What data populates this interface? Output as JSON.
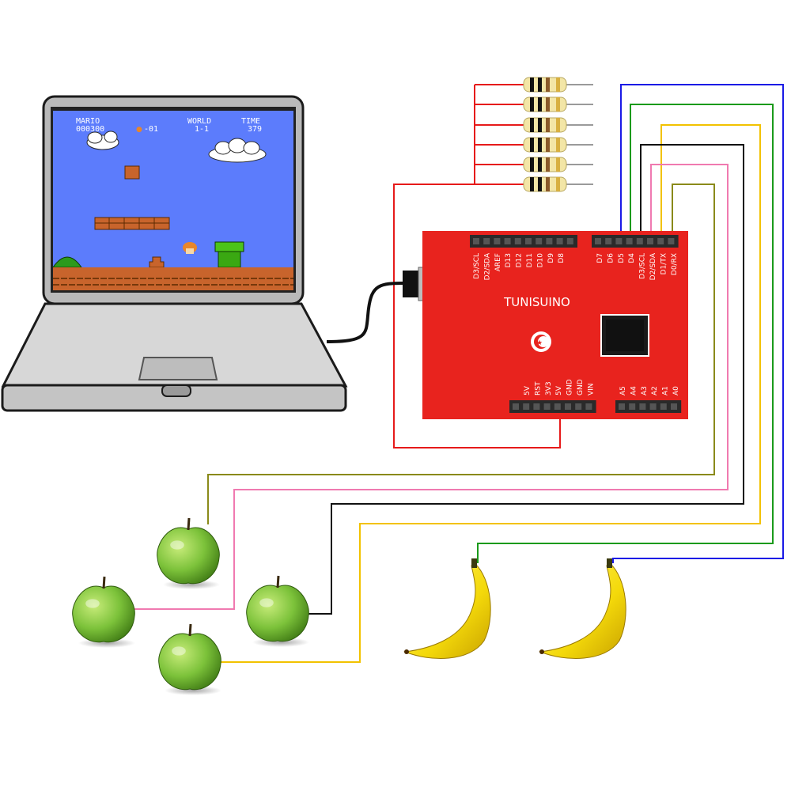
{
  "board": {
    "name": "TUNISUINO",
    "digital_pins_left": [
      "D3/SCL",
      "D2/SDA",
      "AREF",
      "D13",
      "D12",
      "D11",
      "D10",
      "D9",
      "D8"
    ],
    "digital_pins_right": [
      "D7",
      "D6",
      "D5",
      "D4",
      "D3/SCL",
      "D2/SDA",
      "D1/TX",
      "D0/RX"
    ],
    "power_pins": [
      "5V",
      "RST",
      "3V3",
      "5V",
      "GND",
      "GND",
      "VIN"
    ],
    "analog_pins": [
      "A5",
      "A4",
      "A3",
      "A2",
      "A1",
      "A0"
    ],
    "color": "#e8231e"
  },
  "game": {
    "player_label": "MARIO",
    "score": "000300",
    "coins": "-01",
    "world_label": "WORLD",
    "world": "1-1",
    "time_label": "TIME",
    "time": "379",
    "sky_color": "#5c7cfc"
  },
  "wires": {
    "colors": {
      "blue": "#1a1ae6",
      "green": "#1a9a1a",
      "yellow": "#f2c200",
      "black": "#111111",
      "pink": "#f07ab0",
      "olive": "#8a8a1a",
      "red": "#e61a1a"
    }
  },
  "objects": {
    "apples": 4,
    "bananas": 2,
    "resistors": 6
  }
}
